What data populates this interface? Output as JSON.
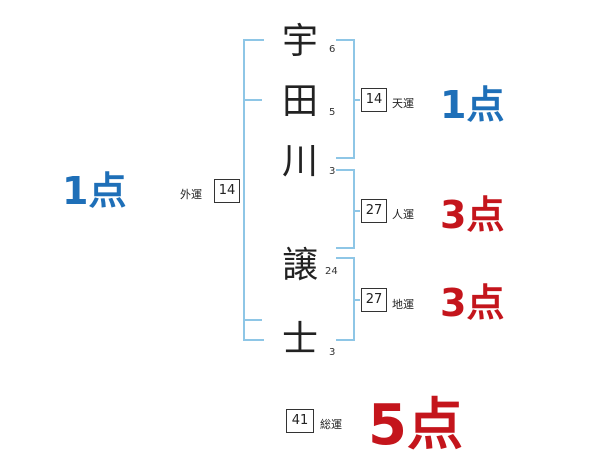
{
  "colors": {
    "bracket": "#8ec6e6",
    "score_blue": "#1e6fb8",
    "score_red": "#c4151c"
  },
  "name_chars": [
    {
      "char": "宇",
      "strokes": "6"
    },
    {
      "char": "田",
      "strokes": "5"
    },
    {
      "char": "川",
      "strokes": "3"
    },
    {
      "char": "譲",
      "strokes": "24"
    },
    {
      "char": "士",
      "strokes": "3"
    }
  ],
  "gaiun": {
    "label": "外運",
    "value": "14",
    "score": "1点"
  },
  "tenun": {
    "label": "天運",
    "value": "14",
    "score": "1点"
  },
  "jinun": {
    "label": "人運",
    "value": "27",
    "score": "3点"
  },
  "chiun": {
    "label": "地運",
    "value": "27",
    "score": "3点"
  },
  "souun": {
    "label": "総運",
    "value": "41",
    "score": "5点"
  }
}
